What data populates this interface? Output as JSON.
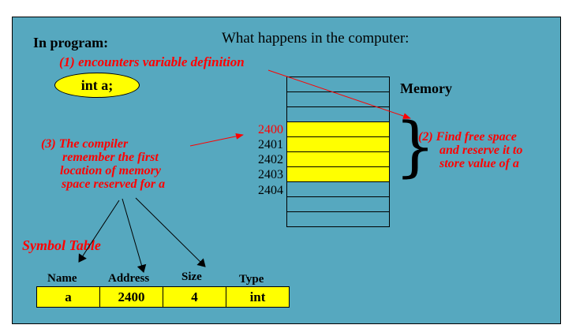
{
  "headings": {
    "in_program": "In program:",
    "computer": "What happens in the computer:",
    "memory": "Memory"
  },
  "code_bubble": "int a;",
  "annotations": {
    "step1": "(1) encounters variable definition",
    "step2": [
      "(2) Find free space",
      "and reserve it to",
      "store value of a"
    ],
    "step3": [
      "(3) The compiler",
      "remember the first",
      "location of memory",
      "space reserved for a"
    ]
  },
  "memory": {
    "rows": [
      {
        "address": "",
        "reserved": false
      },
      {
        "address": "",
        "reserved": false
      },
      {
        "address": "",
        "reserved": false
      },
      {
        "address": "2400",
        "reserved": true,
        "highlight": true
      },
      {
        "address": "2401",
        "reserved": true
      },
      {
        "address": "2402",
        "reserved": true
      },
      {
        "address": "2403",
        "reserved": true
      },
      {
        "address": "2404",
        "reserved": false
      },
      {
        "address": "",
        "reserved": false
      },
      {
        "address": "",
        "reserved": false
      }
    ]
  },
  "symbol_table": {
    "title": "Symbol Table",
    "headers": [
      "Name",
      "Address",
      "Size",
      "Type"
    ],
    "values": [
      "a",
      "2400",
      "4",
      "int"
    ]
  },
  "colors": {
    "background": "#56a8bf",
    "highlight": "#ffff00",
    "annotation": "#ff0000"
  }
}
